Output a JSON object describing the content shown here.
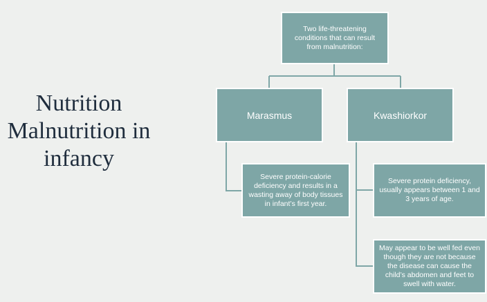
{
  "title": {
    "lines": [
      "Nutrition",
      "Malnutrition in",
      "infancy"
    ]
  },
  "diagram": {
    "root": "Two life-threatening conditions that can result from malnutrition:",
    "marasmus": {
      "label": "Marasmus",
      "description": "Severe protein-calorie deficiency and results in a wasting away of body tissues in infant’s first year."
    },
    "kwashiorkor": {
      "label": "Kwashiorkor",
      "descriptions": [
        "Severe protein deficiency, usually appears between 1 and 3 years of age.",
        "May appear to be well fed even though they are not because the disease can cause the child’s abdomen and feet to swell with water."
      ]
    }
  },
  "colors": {
    "box_fill": "#7ea6a6",
    "box_border": "#ffffff",
    "connector": "#7ea6a6",
    "title_text": "#1f2d3d",
    "background": "#eef0ee"
  }
}
